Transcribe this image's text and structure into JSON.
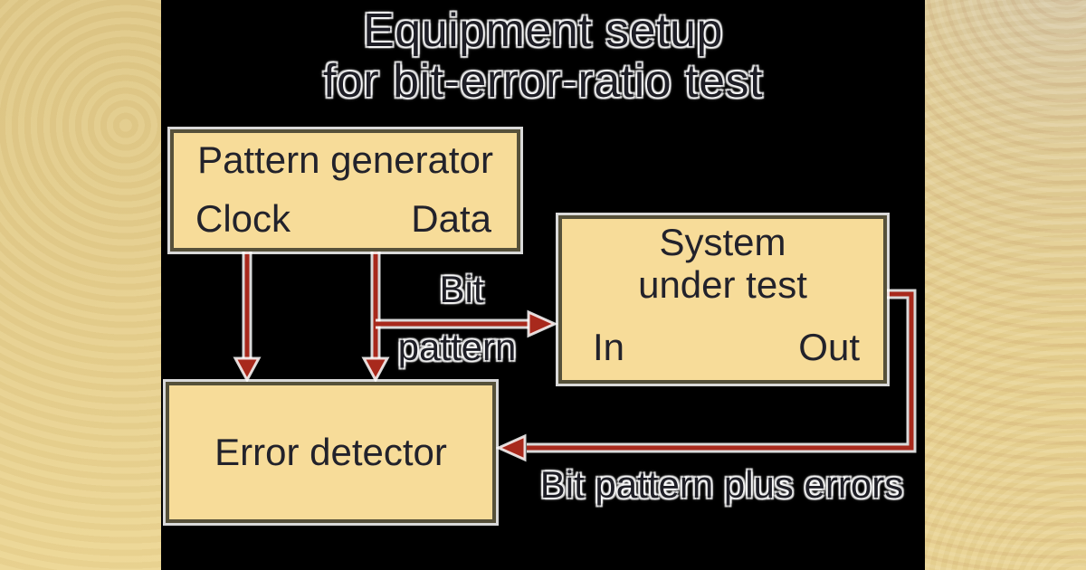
{
  "title": {
    "line1": "Equipment setup",
    "line2": "for bit-error-ratio test"
  },
  "boxes": {
    "pattern_generator": {
      "title": "Pattern generator",
      "port_left": "Clock",
      "port_right": "Data"
    },
    "system_under_test": {
      "title_line1": "System",
      "title_line2": "under test",
      "port_left": "In",
      "port_right": "Out"
    },
    "error_detector": {
      "title": "Error detector"
    }
  },
  "labels": {
    "bit_pattern_line1": "Bit",
    "bit_pattern_line2": "pattern",
    "return_path": "Bit pattern plus errors"
  },
  "colors": {
    "stage_background": "#000000",
    "gold_panel": "#E6CF8D",
    "box_fill": "#F7DC99",
    "box_border": "#56513A",
    "arrow_red": "#A8291C",
    "text_dark": "#1E1E26",
    "halo_white": "#FFFFFF"
  }
}
